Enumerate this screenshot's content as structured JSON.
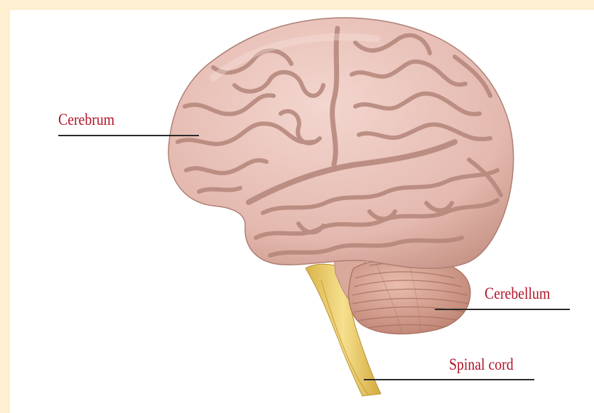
{
  "title": "",
  "labels": {
    "cerebrum": "Cerebrum",
    "cerebellum": "Cerebellum",
    "spinal_cord": "Spinal cord"
  },
  "colors": {
    "page_border": "#fdefcf",
    "label_text": "#b0142a",
    "brain_tissue": "#e9c3ba",
    "brain_groove": "#b98b80",
    "cerebellum": "#d8a593",
    "spinal_cord": "#efd57c"
  }
}
